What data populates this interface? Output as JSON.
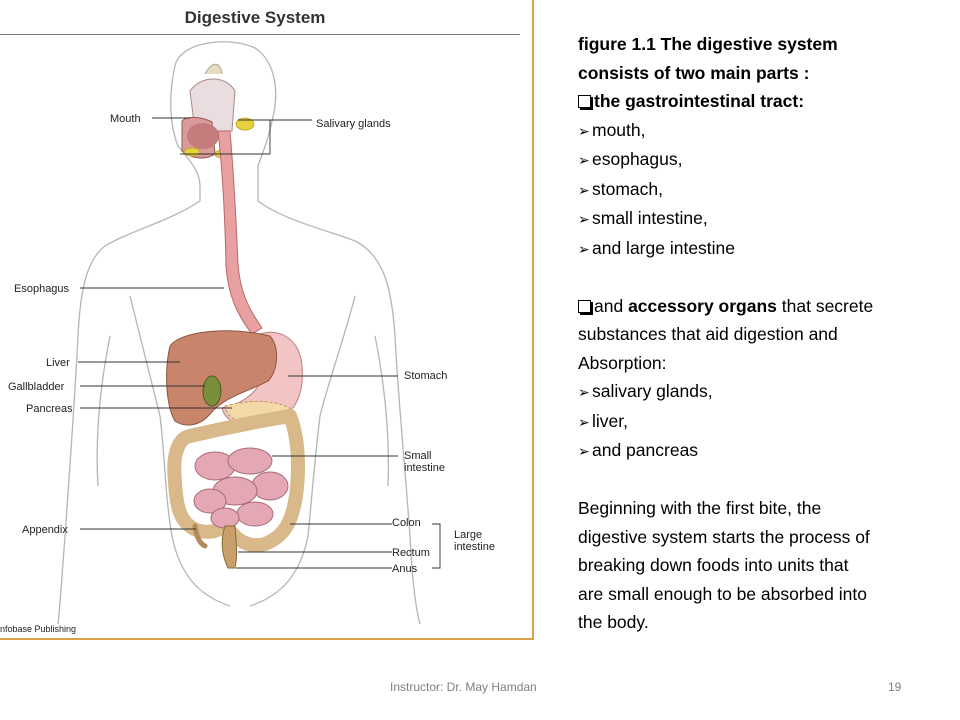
{
  "figure": {
    "title": "Digestive System",
    "credit": "nfobase Publishing",
    "labels": {
      "mouth": "Mouth",
      "salivary": "Salivary glands",
      "esophagus": "Esophagus",
      "liver": "Liver",
      "gallbladder": "Gallbladder",
      "pancreas": "Pancreas",
      "stomach": "Stomach",
      "small_l1": "Small",
      "small_l2": "intestine",
      "appendix": "Appendix",
      "colon": "Colon",
      "rectum": "Rectum",
      "anus": "Anus",
      "large_l1": "Large",
      "large_l2": "intestine"
    }
  },
  "text": {
    "intro_1": "figure 1.1 The digestive system",
    "intro_2": "consists of two main parts :",
    "part1": "the gastrointestinal tract:",
    "gi_items": [
      "mouth,",
      "esophagus,",
      "stomach,",
      "small intestine,",
      "and large intestine"
    ],
    "part2_a": "and ",
    "part2_bold": "accessory organs",
    "part2_b": " that secrete",
    "part2_line2": "substances that aid digestion and",
    "part2_line3": "Absorption:",
    "acc_items": [
      "salivary glands,",
      "liver,",
      "and pancreas"
    ],
    "para": [
      "Beginning with the first bite, the",
      "digestive system starts the process of",
      "breaking down foods into units that",
      "are small enough to be absorbed into",
      "the body."
    ]
  },
  "footer": {
    "instructor": "Instructor: Dr. May Hamdan",
    "page": "19"
  },
  "bullets": {
    "arrow": "➢"
  },
  "colors": {
    "frame": "#d9a24a",
    "liver": "#c9856b",
    "esophagus": "#e8a0a0",
    "intestine": "#e3a8b4",
    "colon": "#d9b98a",
    "gallbladder": "#7a8f3a",
    "salivary": "#e6d23c"
  }
}
